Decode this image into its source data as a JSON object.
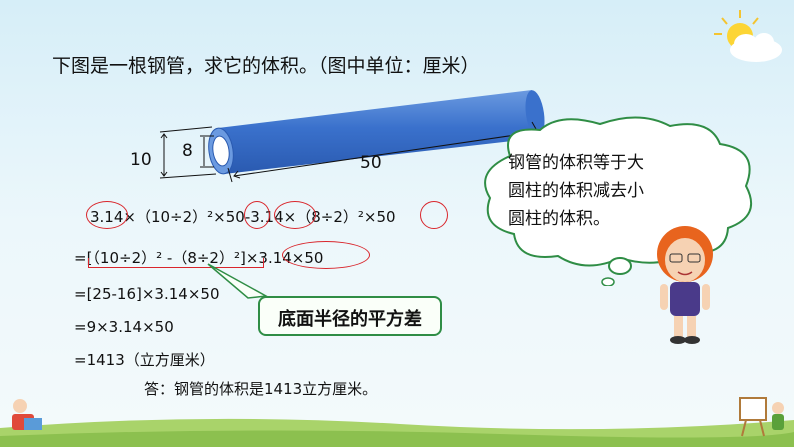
{
  "question": "下图是一根钢管，求它的体积。（图中单位：厘米）",
  "figure": {
    "outer_diameter": "10",
    "inner_diameter": "8",
    "length": "50"
  },
  "bubble": {
    "lines": [
      "钢管的体积等于大",
      "圆柱的体积减去小",
      "圆柱的体积。"
    ]
  },
  "work": {
    "line1": "3.14×（10÷2）²×50-3.14×（8÷2）²×50",
    "line2": "=[（10÷2）² -（8÷2）²]×3.14×50",
    "line3": "=[25-16]×3.14×50",
    "line4": "=9×3.14×50",
    "line5": "=1413（立方厘米）",
    "answer": "答：钢管的体积是1413立方厘米。"
  },
  "callout": "底面半径的平方差",
  "colors": {
    "tube": "#3a71cc",
    "tube_highlight": "#6b9ae0",
    "circle": "#d9262c",
    "callout_border": "#2f8d45",
    "grass": "#a9d36a"
  }
}
